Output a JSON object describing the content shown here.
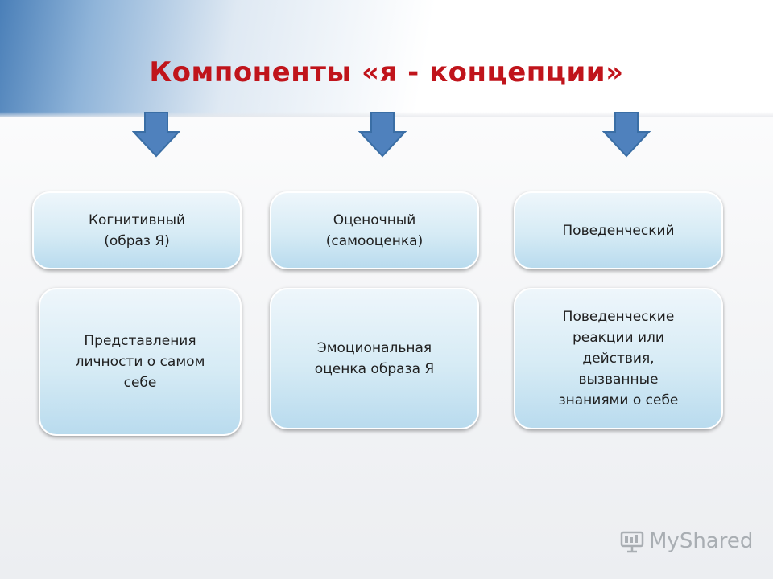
{
  "title": "Компоненты «я - концепции»",
  "components": [
    {
      "header": "Когнитивный\n(образ Я)",
      "description": "Представления\nличности о самом\nсебе"
    },
    {
      "header": "Оценочный\n(самооценка)",
      "description": "Эмоциональная\nоценка образа Я"
    },
    {
      "header": "Поведенческий",
      "description": "Поведенческие\nреакции или\nдействия,\nвызванные\nзнаниями о себе"
    }
  ],
  "watermark": "MyShared",
  "colors": {
    "title": "#c0141b",
    "arrow": "#4f81bd",
    "box_border": "#ffffff"
  }
}
